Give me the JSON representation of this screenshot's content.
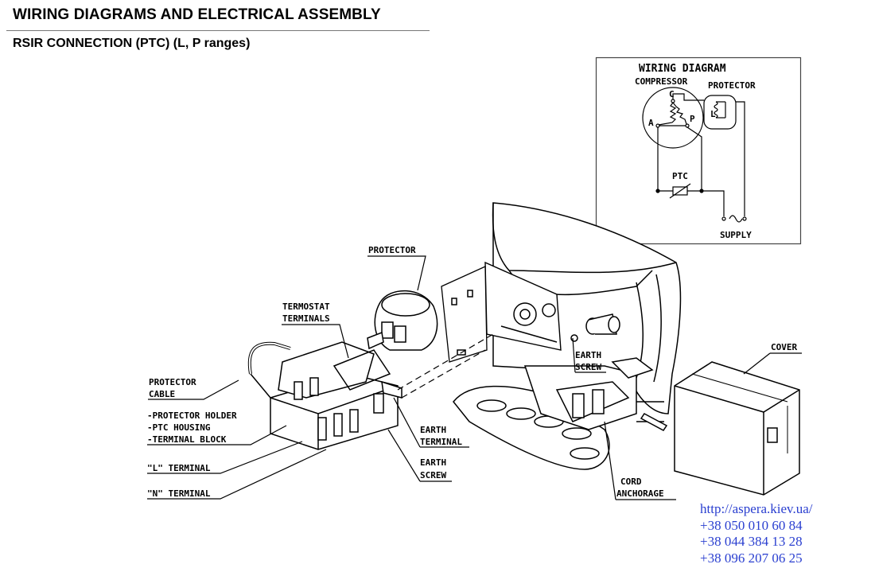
{
  "header": {
    "title": "WIRING DIAGRAMS AND ELECTRICAL ASSEMBLY",
    "subtitle": "RSIR CONNECTION (PTC) (L, P ranges)"
  },
  "wiring_diagram": {
    "title": "WIRING DIAGRAM",
    "compressor": "COMPRESSOR",
    "protector": "PROTECTOR",
    "terminal_c": "C",
    "terminal_a": "A",
    "terminal_p": "P",
    "protector_l": "L",
    "ptc": "PTC",
    "supply": "SUPPLY"
  },
  "callouts": {
    "protector": "PROTECTOR",
    "termostat_1": "TERMOSTAT",
    "termostat_2": "TERMINALS",
    "protector_cable_1": "PROTECTOR",
    "protector_cable_2": "CABLE",
    "holder_1": "-PROTECTOR HOLDER",
    "holder_2": "-PTC HOUSING",
    "holder_3": "-TERMINAL BLOCK",
    "l_terminal": "\"L\" TERMINAL",
    "n_terminal": "\"N\" TERMINAL",
    "earth_terminal_1": "EARTH",
    "earth_terminal_2": "TERMINAL",
    "earth_screw_left_1": "EARTH",
    "earth_screw_left_2": "SCREW",
    "earth_screw_right_1": "EARTH",
    "earth_screw_right_2": "SCREW",
    "cover": "COVER",
    "cord_1": "CORD",
    "cord_2": "ANCHORAGE"
  },
  "contact": {
    "url": "http://aspera.kiev.ua/",
    "phone_1": "+38 050 010 60 84",
    "phone_2": "+38 044 384 13 28",
    "phone_3": "+38 096 207 06 25"
  },
  "colors": {
    "ink": "#000000",
    "link_blue": "#2a3fd0"
  }
}
